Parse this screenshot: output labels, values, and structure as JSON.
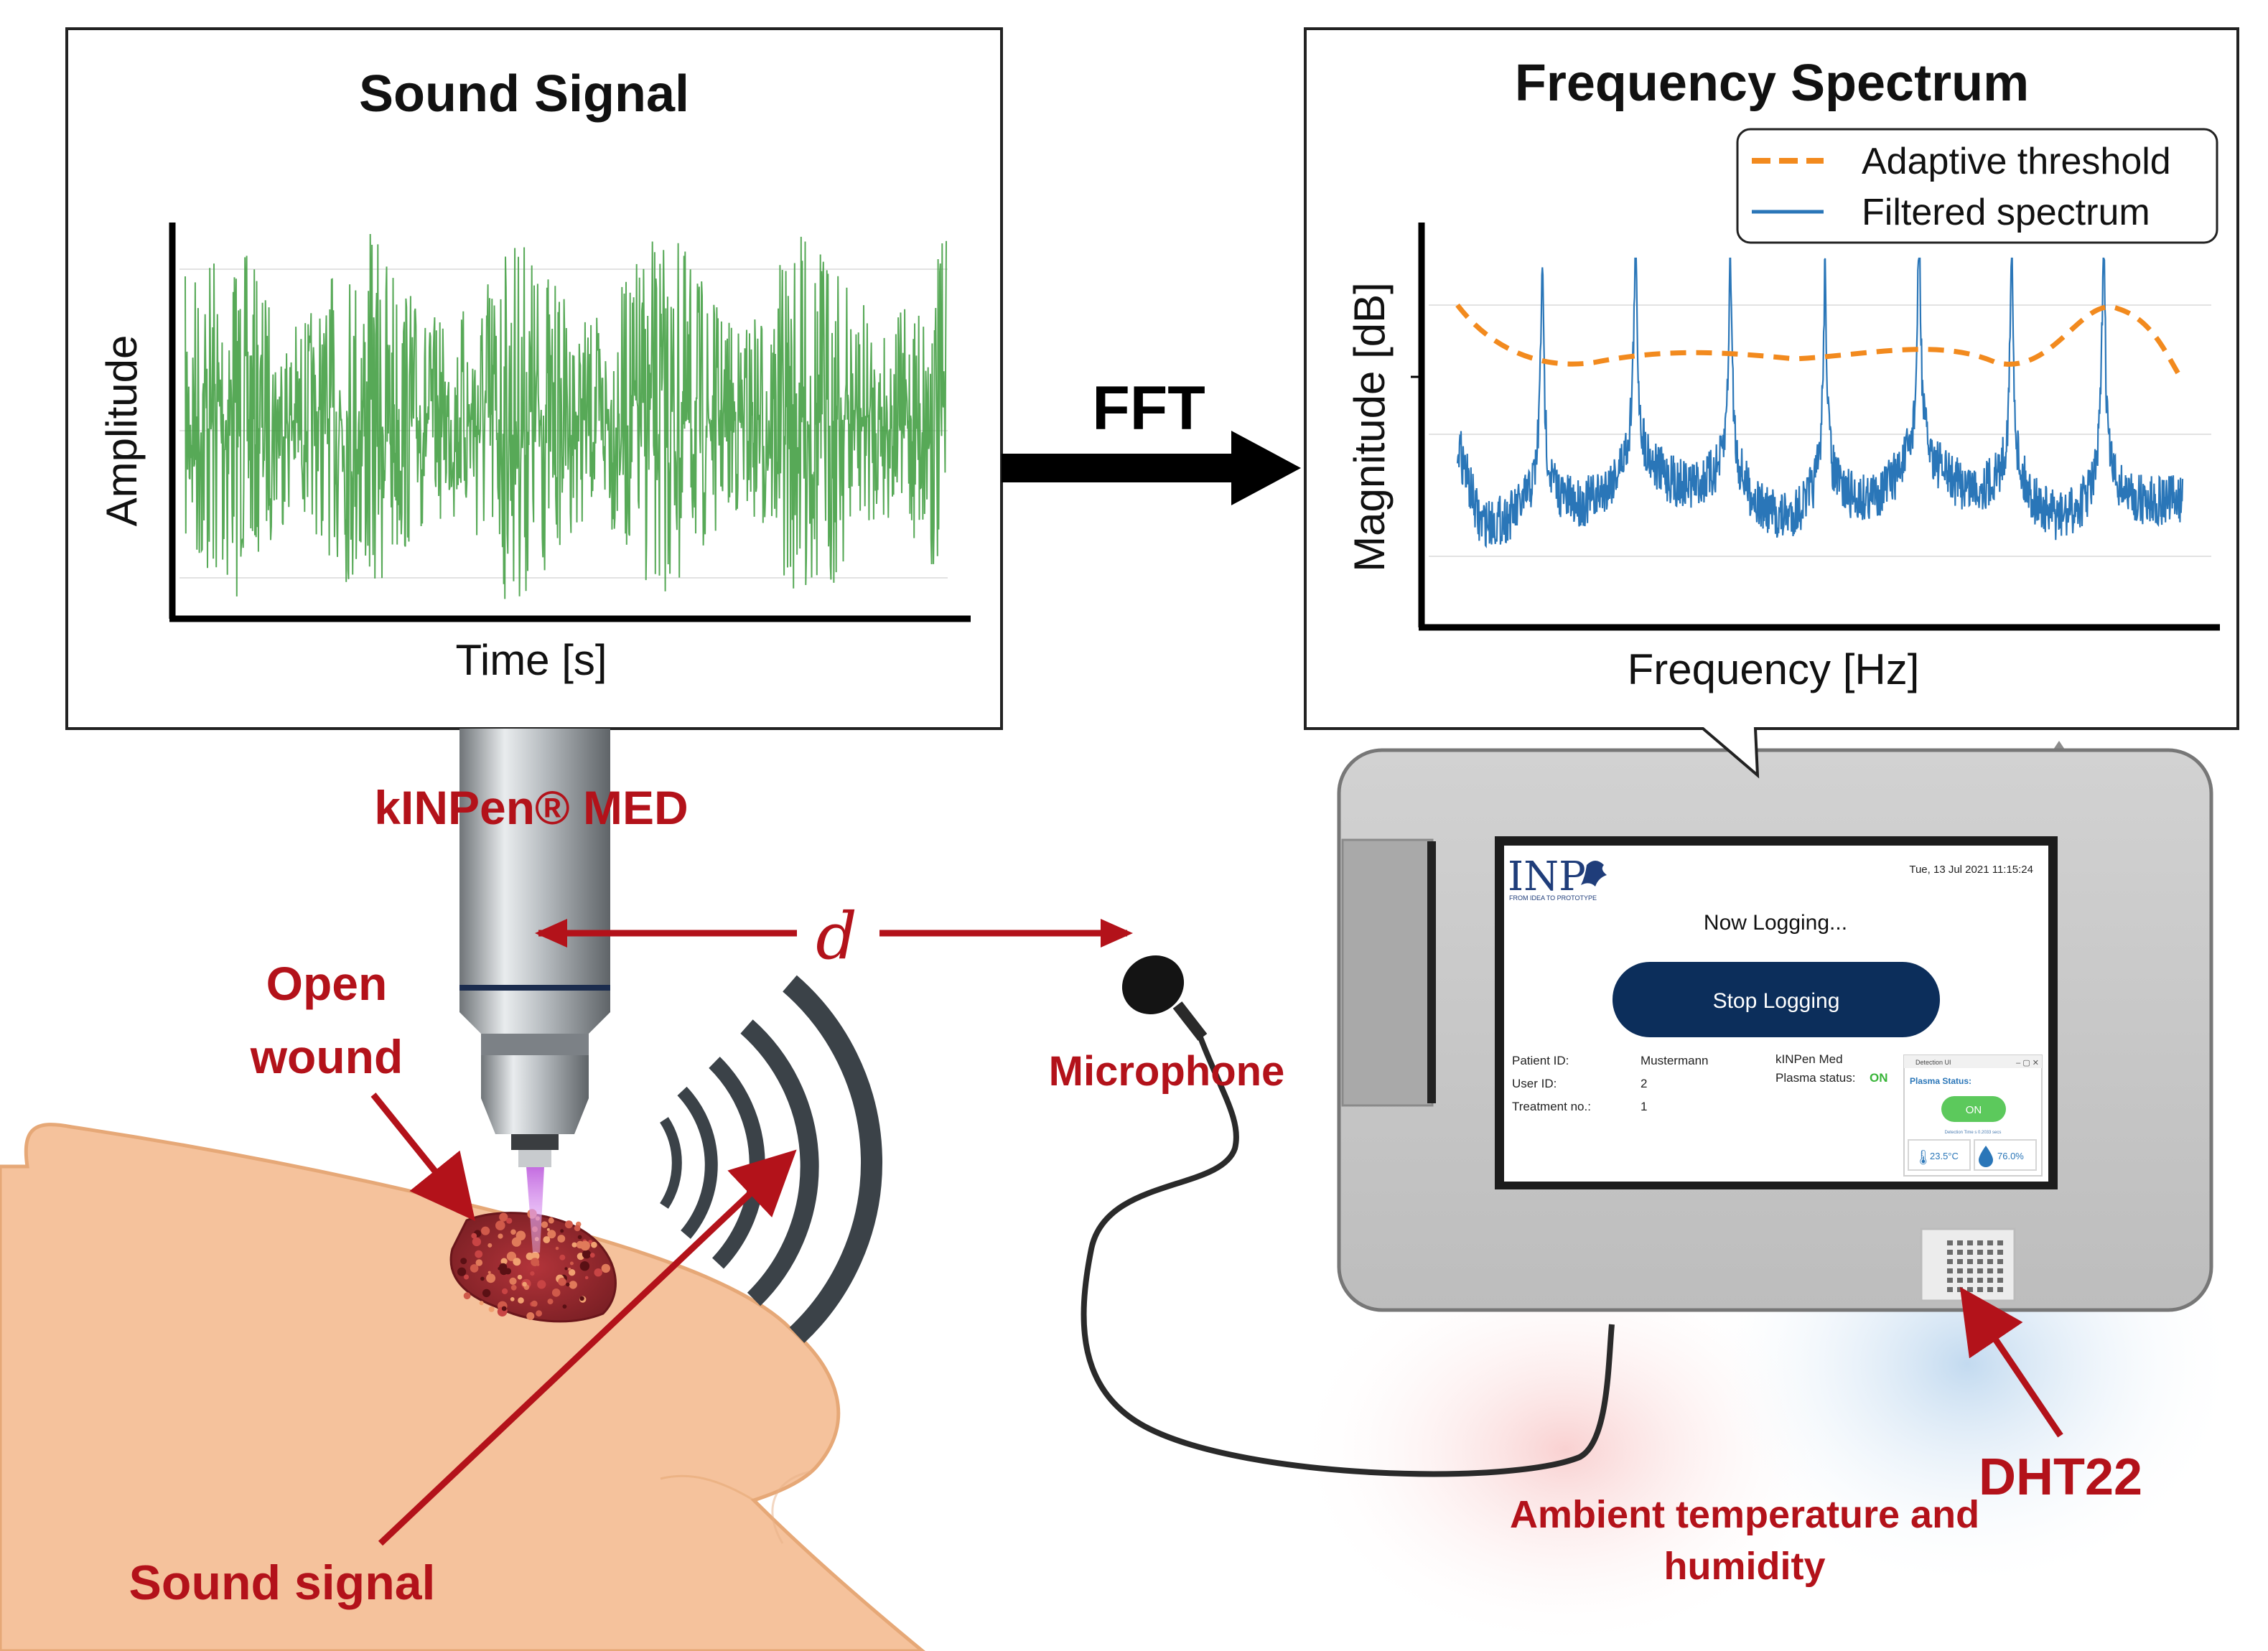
{
  "sound_panel": {
    "title": "Sound Signal",
    "xlabel": "Time [s]",
    "ylabel": "Amplitude",
    "signal_color": "#3a9a3a"
  },
  "fft_label": "FFT",
  "spectrum_panel": {
    "title": "Frequency Spectrum",
    "xlabel": "Frequency [Hz]",
    "ylabel": "Magnitude [dB]",
    "legend": [
      "Adaptive threshold",
      "Filtered spectrum"
    ],
    "threshold_color": "#f28a1e",
    "spectrum_color": "#2a76b8"
  },
  "labels": {
    "device": "kINPen® MED",
    "distance": "d",
    "open_wound": "Open",
    "open_wound_2": "wound",
    "microphone": "Microphone",
    "sound_signal": "Sound signal",
    "ambient": "Ambient temperature and",
    "ambient_2": "humidity",
    "sensor": "DHT22",
    "label_color": "#b3121a"
  },
  "screen": {
    "logo": "INP",
    "logo_tagline": "FROM IDEA TO PROTOTYPE",
    "datetime": "Tue, 13 Jul 2021 11:15:24",
    "status": "Now Logging...",
    "button": "Stop Logging",
    "fields": [
      {
        "label": "Patient ID:",
        "value": "Mustermann"
      },
      {
        "label": "User ID:",
        "value": "2"
      },
      {
        "label": "Treatment no.:",
        "value": "1"
      }
    ],
    "device_name": "kINPen Med",
    "plasma_label": "Plasma status:",
    "plasma_value": "ON",
    "popup": {
      "title": "Detection UI",
      "plasma_status": "Plasma Status:",
      "state": "ON",
      "small_note": "Detection Time s    0.2033 secs",
      "temperature": "23.5°C",
      "humidity": "76.0%"
    }
  }
}
